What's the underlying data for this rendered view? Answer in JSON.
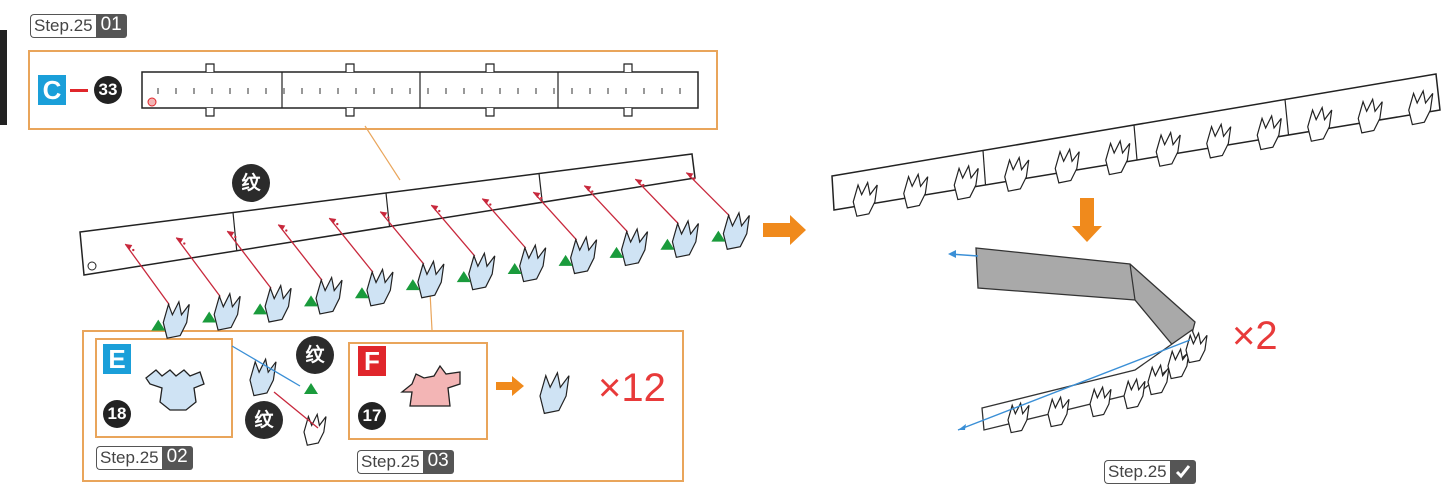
{
  "steps": {
    "s01": {
      "prefix": "Step.25",
      "num": "01"
    },
    "s02": {
      "prefix": "Step.25",
      "num": "02"
    },
    "s03": {
      "prefix": "Step.25",
      "num": "03"
    },
    "done": {
      "prefix": "Step.25",
      "icon": "checkmark-icon"
    }
  },
  "parts": {
    "c": {
      "letter": "C",
      "number": "33",
      "color": "#1a9fd9"
    },
    "e": {
      "letter": "E",
      "number": "18",
      "color": "#1a9fd9"
    },
    "f": {
      "letter": "F",
      "number": "17",
      "color": "#e0262b"
    }
  },
  "marks": {
    "wen": "纹"
  },
  "multipliers": {
    "petals": "×12",
    "strips": "×2"
  },
  "colors": {
    "frame": "#e9a55b",
    "arrow": "#f08a1c",
    "triangle": "#1a9b3c",
    "red_line": "#c8283c",
    "blue_line": "#3a8fd6",
    "petal_blue": "#cfe3f4",
    "petal_pink": "#f3b5b5"
  }
}
